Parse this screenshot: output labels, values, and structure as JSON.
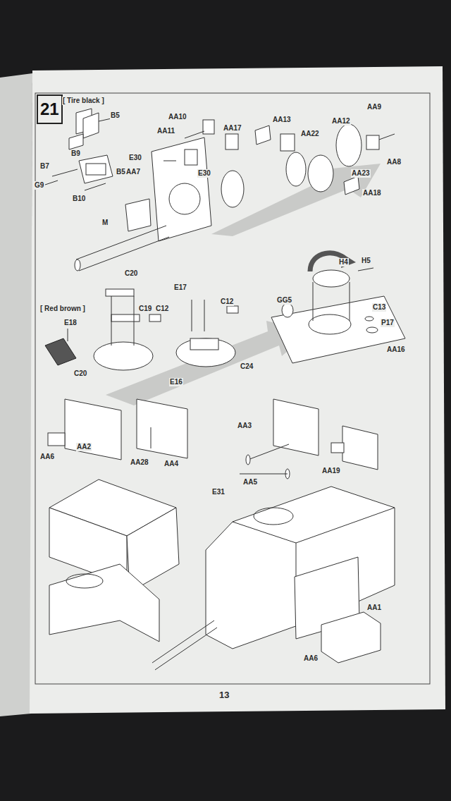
{
  "diagram": {
    "nodes": [
      {
        "text": [
          "21"
        ]
      }
    ],
    "labels": [
      "[ Tire black ]",
      "B5",
      "B9",
      "B7",
      "G9",
      "B5",
      "B10",
      "AA10",
      "AA11",
      "AA17",
      "AA13",
      "AA22",
      "AA12",
      "AA9",
      "AA8",
      "AA23",
      "AA18",
      "E30",
      "AA7",
      "E30",
      "M",
      "C20",
      "C19",
      "E17",
      "C12",
      "C12",
      "H4",
      "H5",
      "GG5",
      "C13",
      "P17",
      "AA16",
      "[ Red brown ]",
      "E18",
      "C20",
      "E16",
      "C24",
      "AA6",
      "AA2",
      "AA28",
      "AA4",
      "AA3",
      "AA5",
      "E31",
      "AA19",
      "AA1",
      "AA6",
      "13"
    ]
  }
}
